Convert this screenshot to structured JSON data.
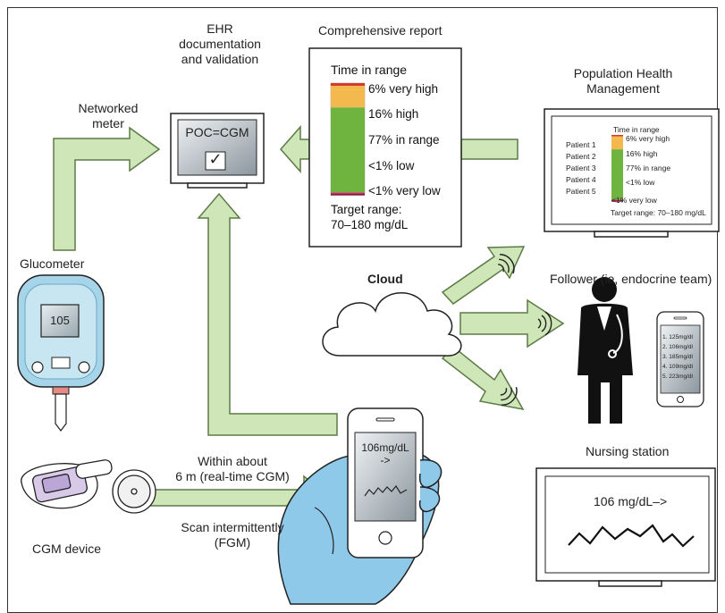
{
  "labels": {
    "comprehensive_report": "Comprehensive report",
    "ehr_line1": "EHR",
    "ehr_line2": "documentation",
    "ehr_line3": "and validation",
    "networked_meter_line1": "Networked",
    "networked_meter_line2": "meter",
    "population_line1": "Population Health",
    "population_line2": "Management",
    "glucometer": "Glucometer",
    "cloud": "Cloud",
    "follower": "Follower (ie, endocrine team)",
    "within_line1": "Within about",
    "within_line2": "6 m (real-time CGM)",
    "scan_line1": "Scan intermittently",
    "scan_line2": "(FGM)",
    "cgm_device": "CGM device",
    "nursing_station": "Nursing station"
  },
  "ehr_monitor": {
    "text": "POC=CGM",
    "check": "✓"
  },
  "glucometer_display": "105",
  "phone_display": {
    "value": "106mg/dL",
    "arrow": "->"
  },
  "report": {
    "title": "Time in range",
    "rows": [
      {
        "label": "6% very high",
        "value": 6,
        "color": "#f3b94e"
      },
      {
        "label": "16% high",
        "value": 16,
        "color": "#f3b94e"
      },
      {
        "label": "77% in range",
        "value": 77,
        "color": "#6fb43f"
      },
      {
        "label": "<1% low",
        "value": 1,
        "color": "#d8366a"
      },
      {
        "label": "<1% very low",
        "value": 1,
        "color": "#8b1d4f"
      }
    ],
    "target_line1": "Target range:",
    "target_line2": "70–180 mg/dL"
  },
  "population_report": {
    "title": "Time in range",
    "patients": [
      "Patient 1",
      "Patient 2",
      "Patient 3",
      "Patient 4",
      "Patient 5"
    ],
    "rows": [
      "6% very high",
      "16% high",
      "77% in range",
      "<1% low",
      "<1% very low"
    ],
    "target": "Target range: 70–180 mg/dL"
  },
  "follower_phone_list": [
    "1. 125mg/dl",
    "2. 106mg/dl",
    "3. 185mg/dl",
    "4. 109mg/dl",
    "5. 223mg/dl"
  ],
  "nursing_display": "106 mg/dL–>",
  "colors": {
    "arrow_fill": "#cfe6b8",
    "arrow_stroke": "#5b7a45",
    "high": "#f3b94e",
    "in_range": "#6fb43f",
    "very_high_stripe": "#d6392b",
    "low": "#d8366a",
    "very_low": "#8b1d4f",
    "device_blue": "#9fd3ea",
    "glove_blue": "#8fc9ea"
  }
}
